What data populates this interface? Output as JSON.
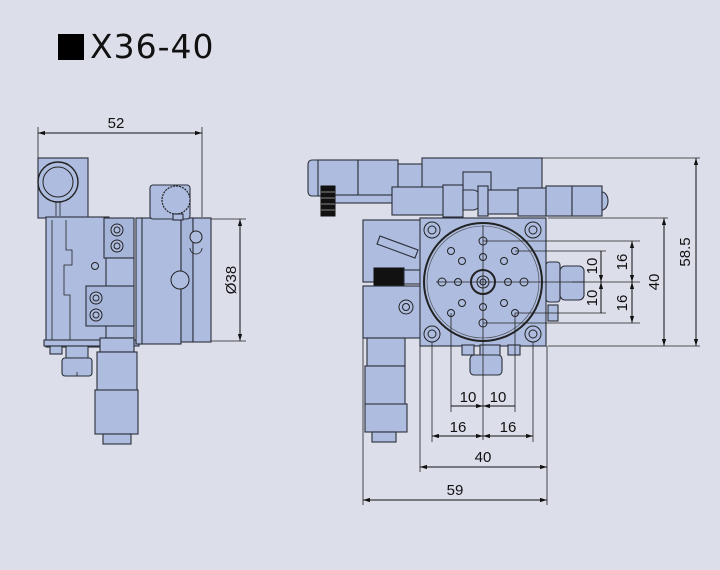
{
  "title": {
    "model": "X36-40"
  },
  "side_view": {
    "dimensions": {
      "width": "52",
      "diameter": "Ø38"
    }
  },
  "front_view": {
    "dimensions": {
      "overall_height": "58.5",
      "body_height": "40",
      "hole_spacing_v_top": "16",
      "hole_spacing_v_bottom": "16",
      "hole_spacing_v_inner_top": "10",
      "hole_spacing_v_inner_bottom": "10",
      "hole_spacing_h_inner_left": "10",
      "hole_spacing_h_inner_right": "10",
      "hole_spacing_h_left": "16",
      "hole_spacing_h_right": "16",
      "body_width": "40",
      "overall_width": "59"
    }
  },
  "colors": {
    "background": "#dcdee9",
    "part_fill": "#aebcdf",
    "outline": "#2a2f3a"
  }
}
